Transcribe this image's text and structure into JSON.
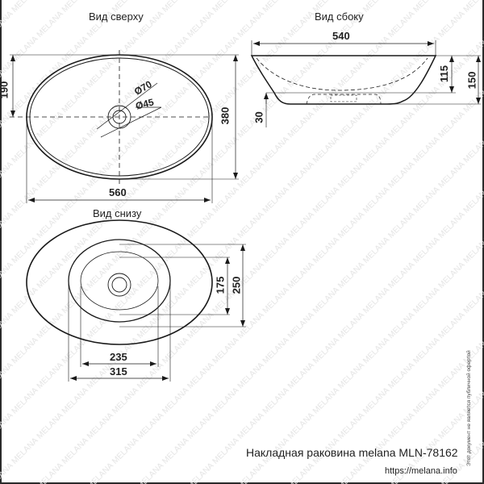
{
  "views": {
    "top": {
      "title": "Вид сверху",
      "dims": {
        "width": "560",
        "depth": "380",
        "half_depth": "190",
        "drain_outer": "Ø70",
        "drain_inner": "Ø45"
      }
    },
    "side": {
      "title": "Вид сбоку",
      "dims": {
        "top_width": "540",
        "height": "150",
        "bowl_depth": "115",
        "base_height": "30"
      }
    },
    "bottom": {
      "title": "Вид снизу",
      "dims": {
        "base_width": "315",
        "foot_width": "235",
        "base_depth": "250",
        "foot_depth": "175"
      }
    }
  },
  "footer": {
    "product_title": "Накладная раковина melana MLN-78162",
    "url": "https://melana.info",
    "disclaimer": "Этот документ не является публичной офертой"
  },
  "watermark": "MELANA",
  "colors": {
    "line": "#1a1a1a",
    "dim_line": "#333333",
    "watermark": "#e6e6e6"
  }
}
